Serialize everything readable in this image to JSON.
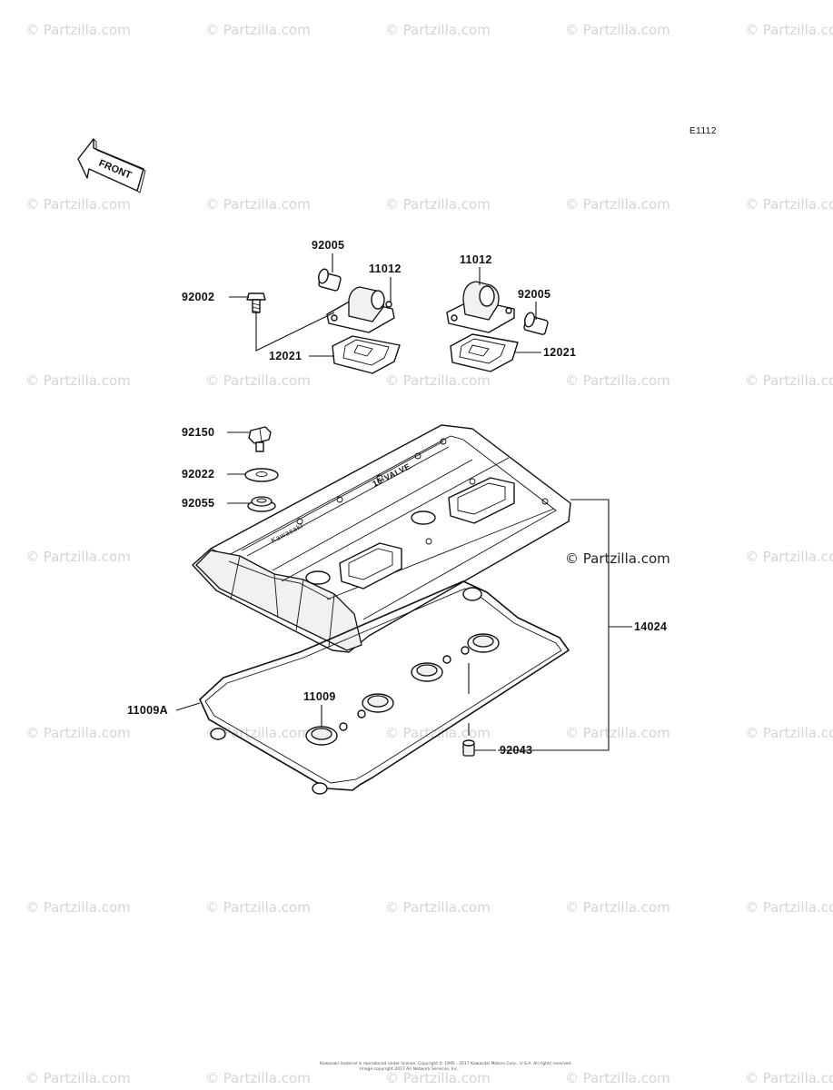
{
  "diagram_code": "E1112",
  "front_label": "FRONT",
  "watermark": "© Partzilla.com",
  "center_watermark": "© Partzilla.com",
  "cover_text_brand": "Kawasaki",
  "cover_text_model": "16-VALVE",
  "parts": {
    "p92005a": "92005",
    "p11012a": "11012",
    "p92002": "92002",
    "p12021a": "12021",
    "p11012b": "11012",
    "p92005b": "92005",
    "p12021b": "12021",
    "p92150": "92150",
    "p92022": "92022",
    "p92055": "92055",
    "p14024": "14024",
    "p11009": "11009",
    "p11009A": "11009A",
    "p92043": "92043"
  },
  "footer": {
    "line1": "Kawasaki material is reproduced under license. Copyright © 1995 - 2017 Kawasaki Motors Corp., U.S.A. All rights reserved.",
    "line2": "Image copyright 2017 Ari Network Services, Inc."
  }
}
